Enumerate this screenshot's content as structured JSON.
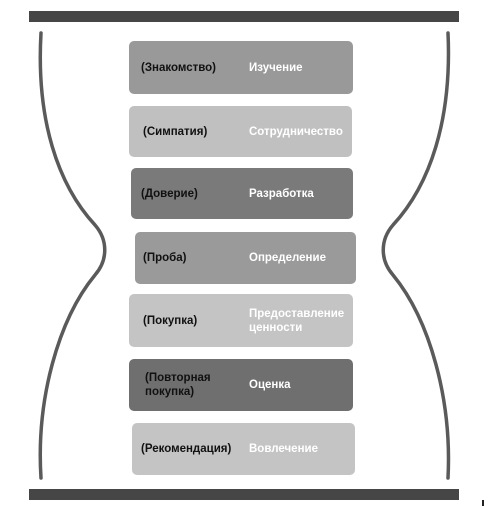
{
  "stages": [
    {
      "phase": "(Знакомство)",
      "action": "Изучение"
    },
    {
      "phase": "(Симпатия)",
      "action": "Сотрудничество"
    },
    {
      "phase": "(Доверие)",
      "action": "Разработка"
    },
    {
      "phase": "(Проба)",
      "action": "Определение"
    },
    {
      "phase": "(Покупка)",
      "action": "Предоставление ценности"
    },
    {
      "phase": "(Повторная покупка)",
      "action": "Оценка"
    },
    {
      "phase": "(Рекомендация)",
      "action": "Вовлечение"
    }
  ],
  "colors": {
    "frame": "#464646",
    "outline": "#5a5a5a",
    "stage_fills": [
      "#999999",
      "#c0c0c0",
      "#7a7a7a",
      "#9a9a9a",
      "#c4c4c4",
      "#6f6f6f",
      "#c4c4c4"
    ]
  }
}
